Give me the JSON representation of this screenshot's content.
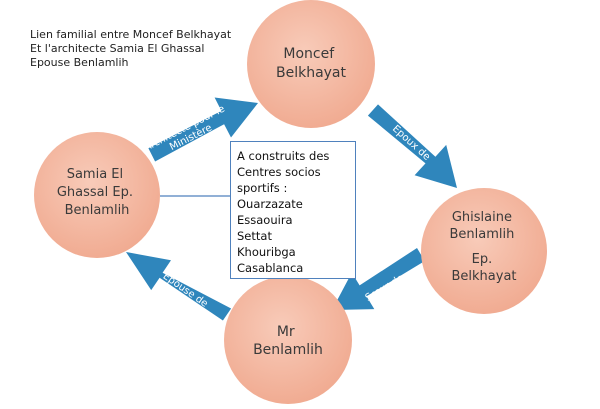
{
  "title_lines": [
    "Lien familial entre Moncef Belkhayat",
    "Et l'architecte Samia El Ghassal",
    "Epouse Benlamlih"
  ],
  "nodes": {
    "moncef": {
      "lines": [
        "Moncef",
        "Belkhayat"
      ]
    },
    "ghislaine": {
      "lines": [
        "Ghislaine",
        "Benlamlih",
        "Ep.",
        "Belkhayat"
      ]
    },
    "mr": {
      "lines": [
        "Mr",
        "Benlamlih"
      ]
    },
    "samia": {
      "lines": [
        "Samia El",
        "Ghassal Ep.",
        "Benlamlih"
      ]
    }
  },
  "arrows": {
    "samia_to_moncef": {
      "lines": [
        "Architecte pour le",
        "Ministère"
      ]
    },
    "moncef_to_ghislaine": {
      "lines": [
        "Epoux de"
      ]
    },
    "ghislaine_to_mr": {
      "lines": [
        "Sœur de"
      ]
    },
    "mr_to_samia": {
      "lines": [
        "Epouse de"
      ]
    }
  },
  "info_box": {
    "lines": [
      "A construits des",
      "Centres socios",
      "sportifs :",
      "Ouarzazate",
      "Essaouira",
      "Settat",
      "Khouribga",
      "Casablanca"
    ]
  },
  "colors": {
    "circle_fill": "#f4b9a3",
    "arrow_fill": "#2f86bc",
    "box_border": "#4f81bd",
    "connector": "#4f81bd"
  }
}
